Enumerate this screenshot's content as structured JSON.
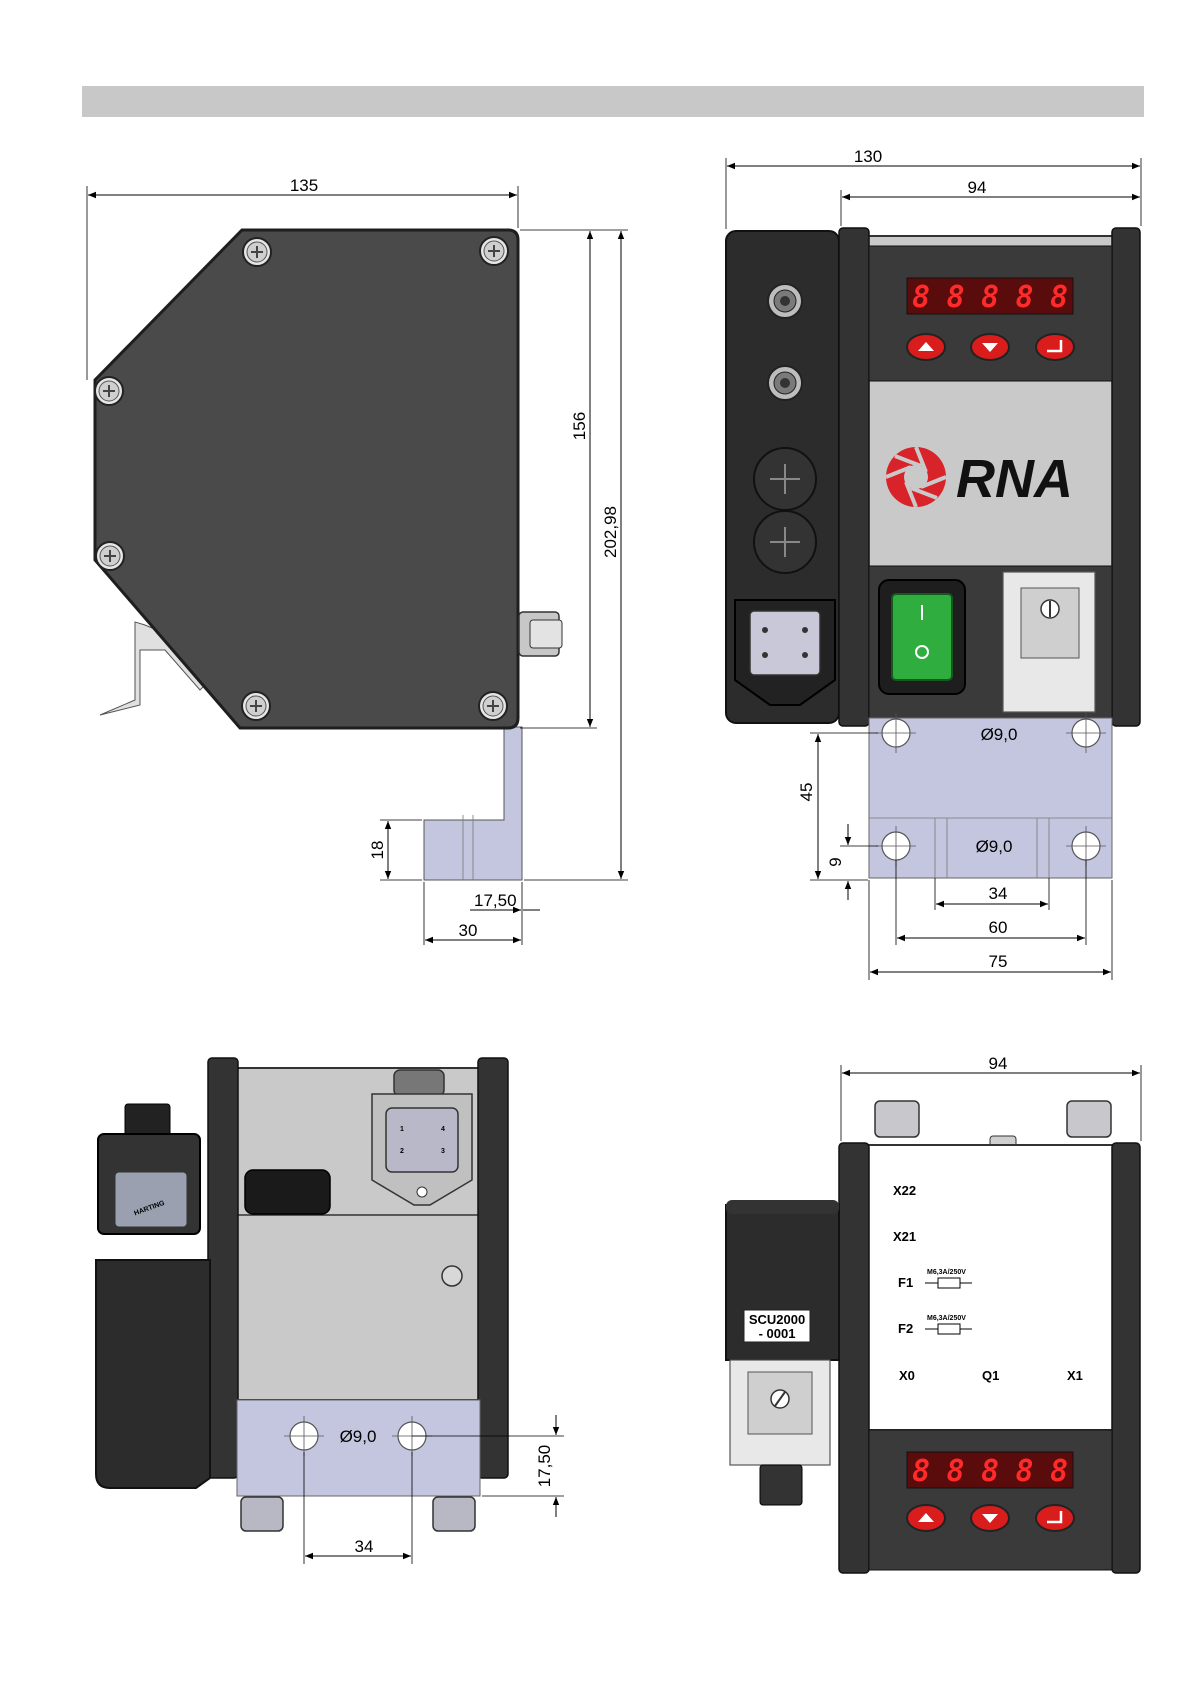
{
  "colors": {
    "housing_dark": "#4a4a4a",
    "housing_black": "#2c2c2c",
    "panel_grey": "#c9c9c9",
    "mount_plate": "#c4c6e0",
    "display_red": "#e01818",
    "button_red": "#d91c1c",
    "switch_green": "#2fae3f",
    "logo_red": "#d9232a"
  },
  "icons": [
    "screw-icon",
    "connector-m12-icon",
    "blind-plug-icon",
    "harting-connector-icon",
    "rocker-switch-icon",
    "fuse-icon",
    "arrow-up-icon",
    "arrow-down-icon",
    "enter-icon"
  ],
  "side_view": {
    "dim_width": "135",
    "dim_height_body": "156",
    "dim_height_total": "202,98",
    "dim_bracket_height": "18",
    "dim_bracket_offset": "17,50",
    "dim_bracket_width": "30"
  },
  "front_view": {
    "dim_overall_width": "130",
    "dim_housing_width": "94",
    "display_digits": "88888",
    "logo_text": "RNA",
    "hole_label_top": "Ø9,0",
    "hole_label_bottom": "Ø9,0",
    "dim_hole_vertical": "45",
    "dim_hole_edge": "9",
    "dim_inner": "34",
    "dim_hole_pitch": "60",
    "dim_plate_width": "75"
  },
  "bottom_view": {
    "connector_pins": [
      "1",
      "2",
      "3",
      "4"
    ],
    "brand_label": "HARTING",
    "hole_label": "Ø9,0",
    "dim_vertical": "17,50",
    "dim_hole_pitch": "34"
  },
  "rear_view": {
    "dim_width": "94",
    "labels": {
      "x22": "X22",
      "x21": "X21",
      "f1": "F1",
      "f2": "F2",
      "x0": "X0",
      "q1": "Q1",
      "x1": "X1"
    },
    "fuse_rating_1": "M6,3A/250V",
    "fuse_rating_2": "M6,3A/250V",
    "serial_line_1": "SCU2000",
    "serial_line_2": "- 0001",
    "display_digits": "88888"
  }
}
